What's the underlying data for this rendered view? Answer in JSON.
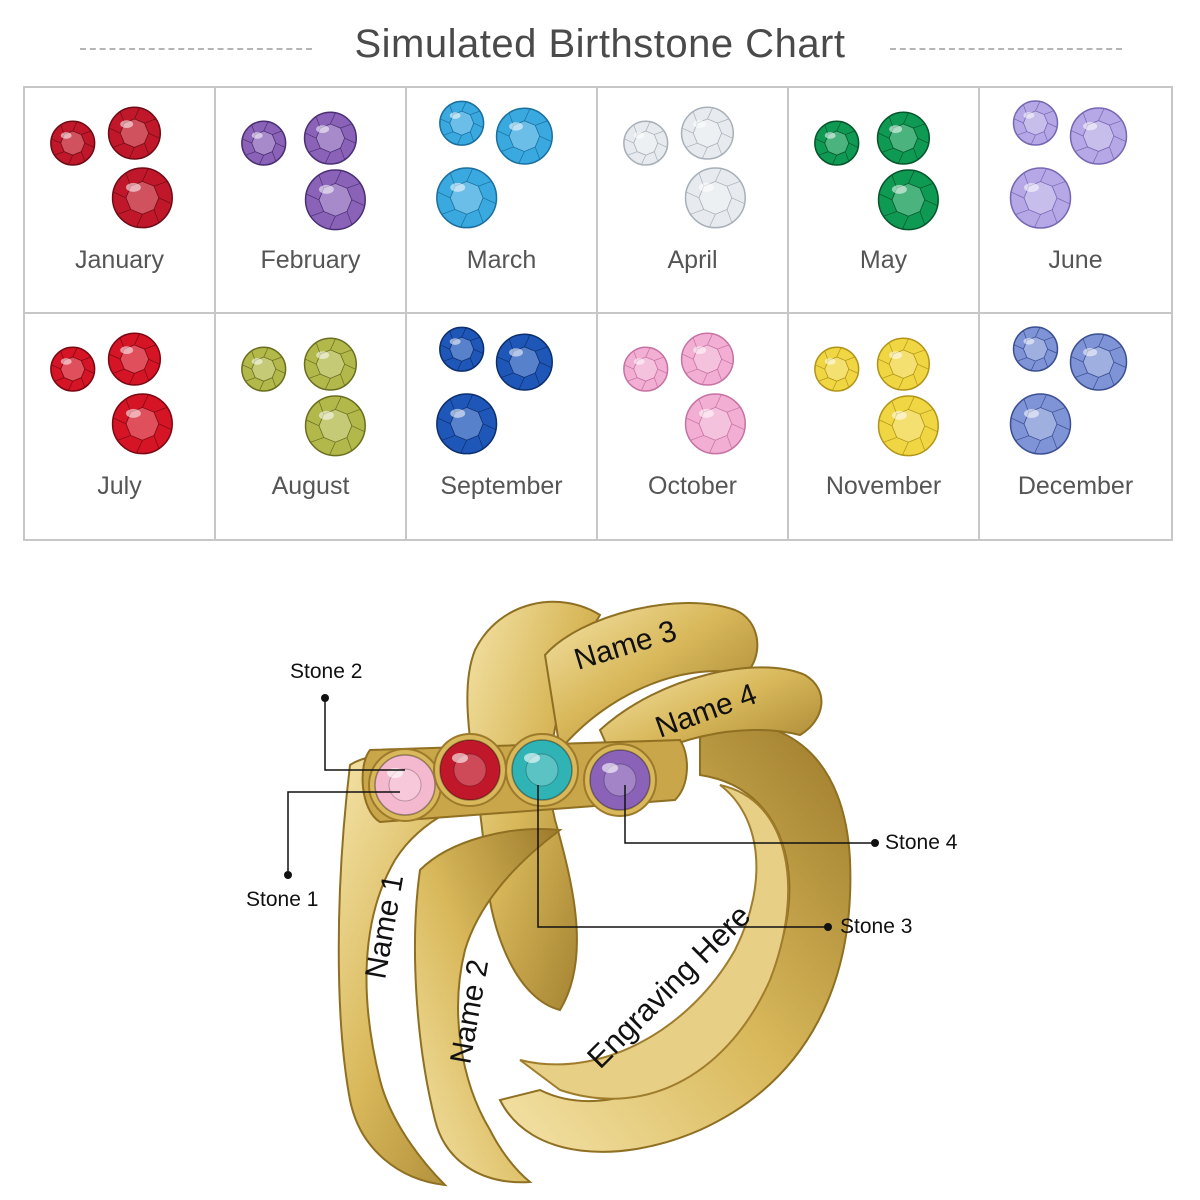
{
  "header": {
    "title": "Simulated Birthstone Chart"
  },
  "months": [
    {
      "label": "January",
      "color": "#c0182a",
      "dark": "#6e0c16"
    },
    {
      "label": "February",
      "color": "#8a63b8",
      "dark": "#4a2f73"
    },
    {
      "label": "March",
      "color": "#3aa9df",
      "dark": "#1a6f9e"
    },
    {
      "label": "April",
      "color": "#e7ebef",
      "dark": "#a7b0b8"
    },
    {
      "label": "May",
      "color": "#0f9a53",
      "dark": "#06552c"
    },
    {
      "label": "June",
      "color": "#b6a8e6",
      "dark": "#7767b3"
    },
    {
      "label": "July",
      "color": "#d51426",
      "dark": "#7a0812"
    },
    {
      "label": "August",
      "color": "#b2b84a",
      "dark": "#6a6e1f"
    },
    {
      "label": "September",
      "color": "#1f57b8",
      "dark": "#0d2f6e"
    },
    {
      "label": "October",
      "color": "#f2aed3",
      "dark": "#c672a2"
    },
    {
      "label": "November",
      "color": "#f0d642",
      "dark": "#b29418"
    },
    {
      "label": "December",
      "color": "#7f94d6",
      "dark": "#3b4f92"
    }
  ],
  "ring": {
    "gold": "#d8b85a",
    "gold_light": "#f4e3a8",
    "gold_dark": "#9c7a2b",
    "engravings": {
      "name1": "Name 1",
      "name2": "Name 2",
      "name3": "Name 3",
      "name4": "Name 4",
      "inside": "Engraving Here"
    },
    "stones": [
      {
        "label": "Stone 1",
        "color": "#f4b9cf"
      },
      {
        "label": "Stone 2",
        "color": "#c0182a"
      },
      {
        "label": "Stone 3",
        "color": "#2fb3b5"
      },
      {
        "label": "Stone 4",
        "color": "#8a63b8"
      }
    ]
  }
}
